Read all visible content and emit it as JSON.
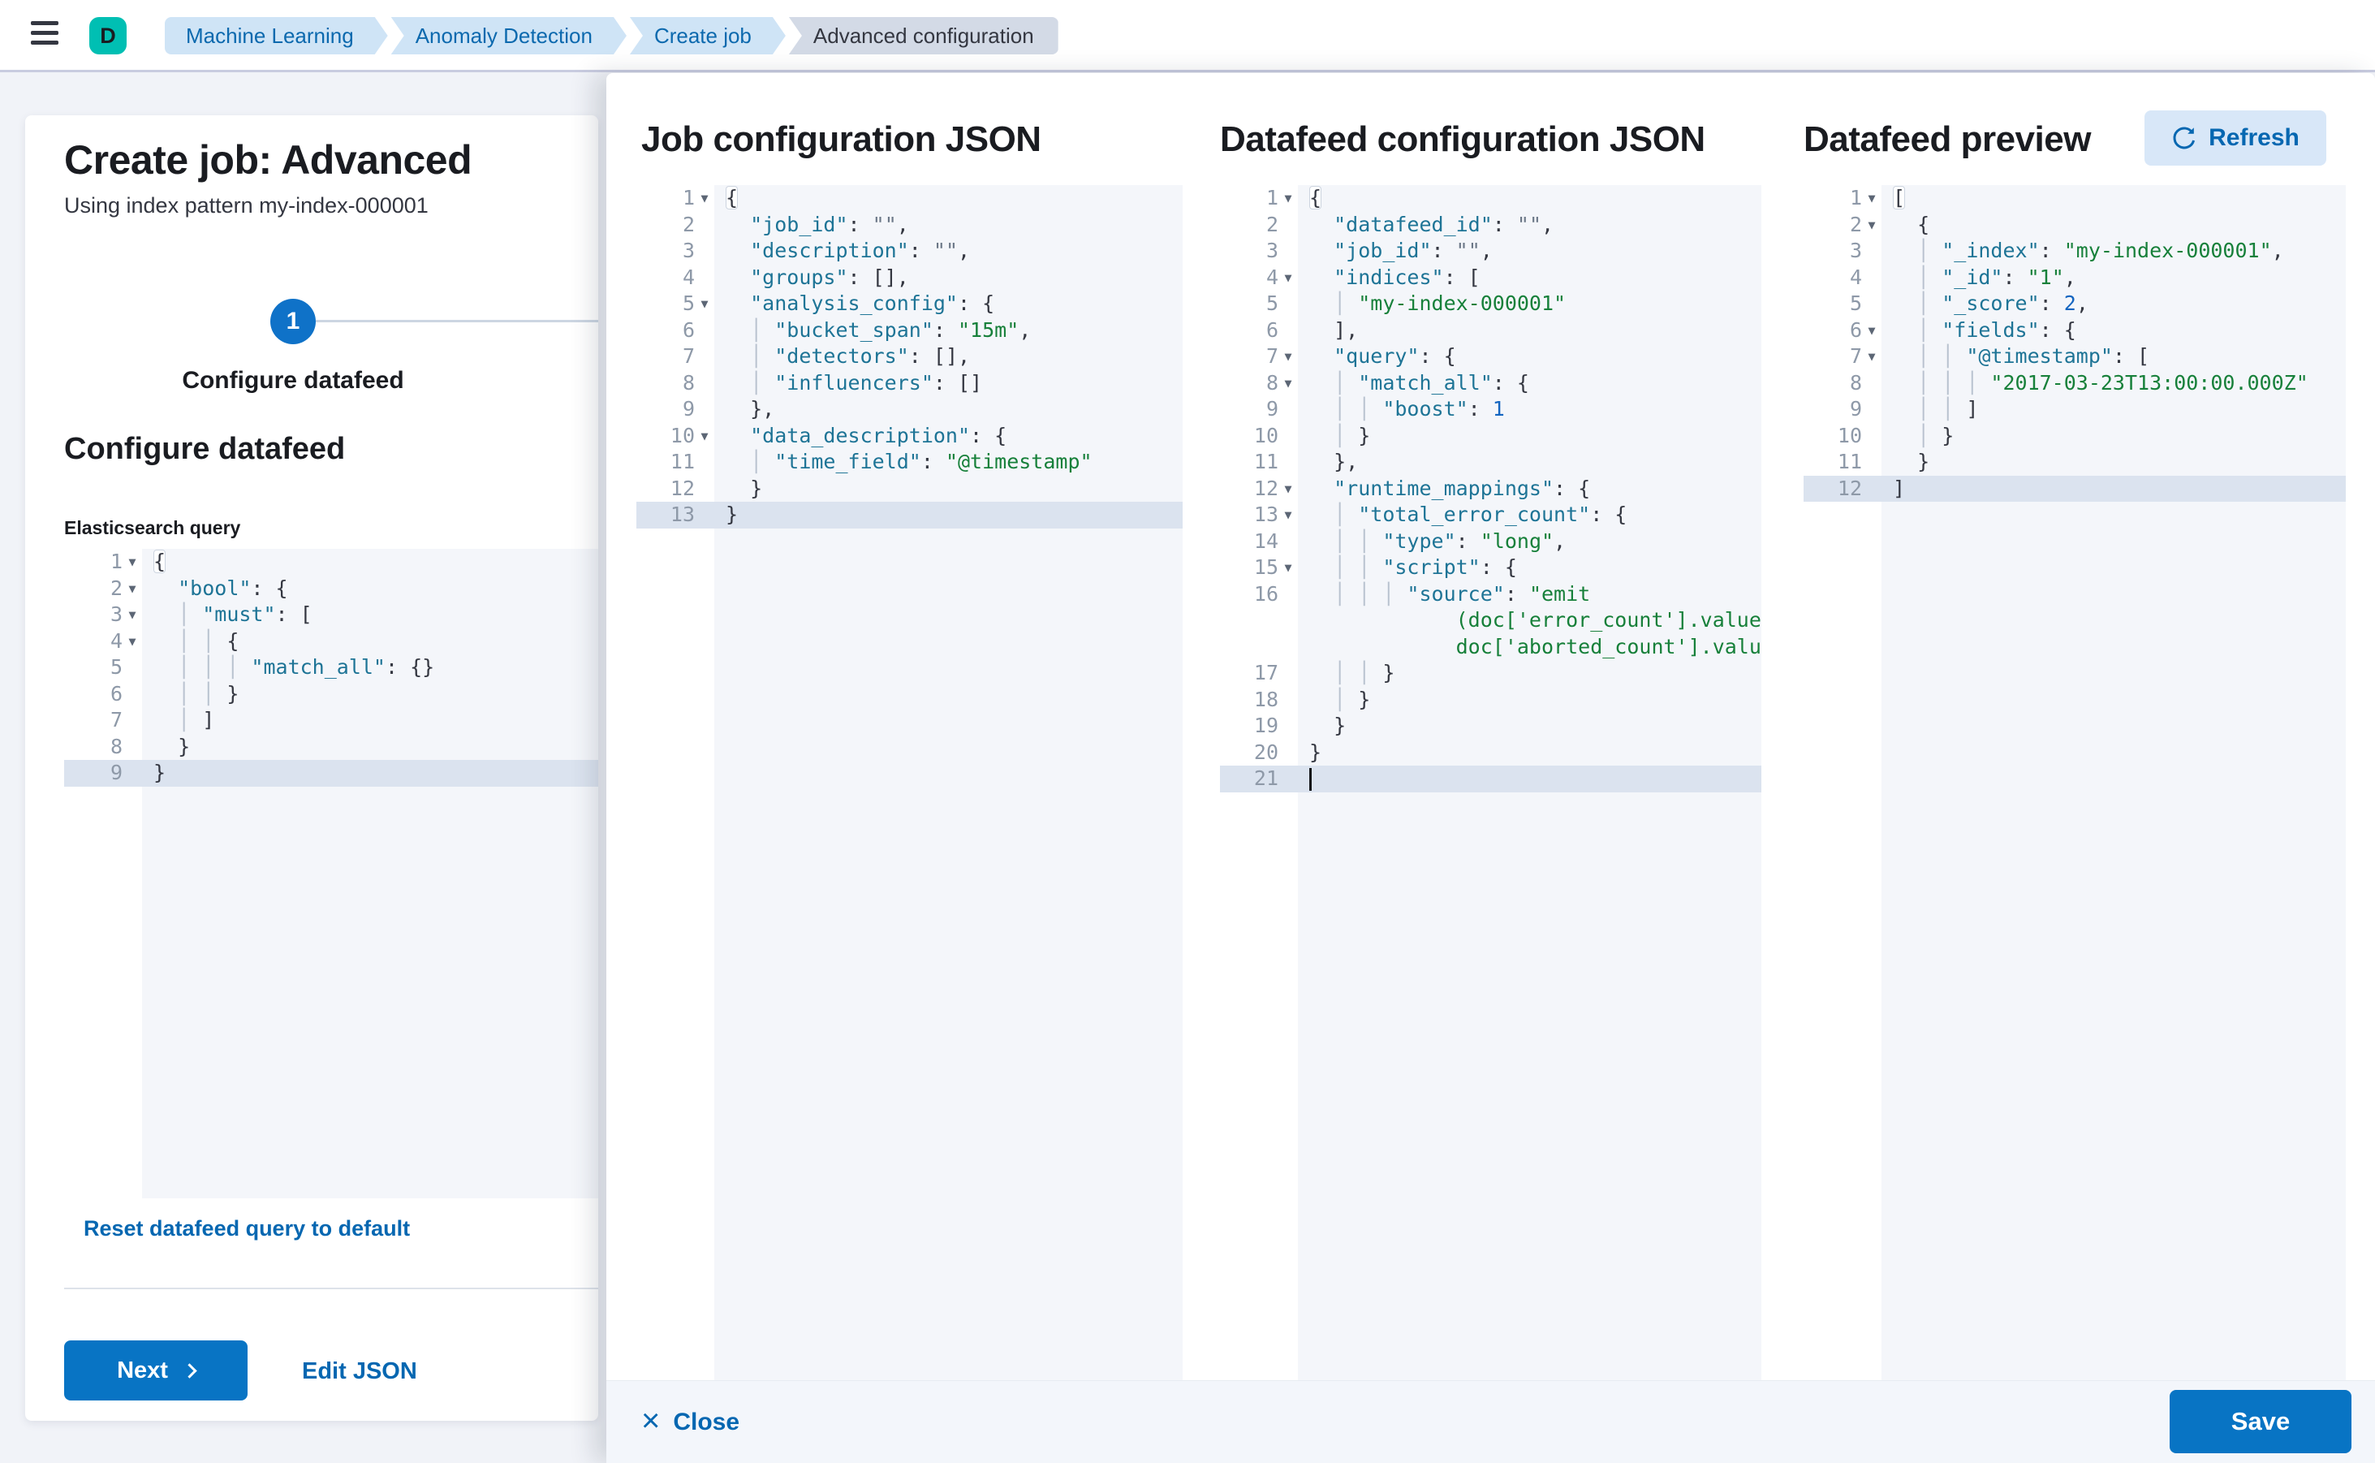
{
  "topbar": {
    "space_initial": "D",
    "breadcrumbs": [
      {
        "label": "Machine Learning"
      },
      {
        "label": "Anomaly Detection"
      },
      {
        "label": "Create job"
      },
      {
        "label": "Advanced configuration"
      }
    ]
  },
  "wizard": {
    "title": "Create job: Advanced",
    "subtitle": "Using index pattern my-index-000001",
    "step_number": "1",
    "step_label": "Configure datafeed",
    "section_heading": "Configure datafeed",
    "query_label": "Elasticsearch query",
    "reset_link": "Reset datafeed query to default",
    "next_label": "Next",
    "edit_json_label": "Edit JSON"
  },
  "flyout": {
    "panels": [
      {
        "title": "Job configuration JSON"
      },
      {
        "title": "Datafeed configuration JSON"
      },
      {
        "title": "Datafeed preview",
        "refresh_label": "Refresh"
      }
    ],
    "footer": {
      "close_label": "Close",
      "save_label": "Save"
    }
  },
  "colors": {
    "primary_button": "#0874c4",
    "link_blue": "#0667b1",
    "breadcrumb_bg": "#cfe4f6",
    "breadcrumb_current_bg": "#d3dae6",
    "space_badge_teal": "#00bfb3",
    "editor_bg": "#f4f6fa",
    "editor_active_line": "#dbe3ef",
    "syntax_key": "#1e7496",
    "syntax_string": "#17803a",
    "syntax_number": "#1465c0",
    "refresh_button_bg": "#d8e7f8"
  },
  "editors": {
    "es_query": {
      "lines": [
        {
          "n": "1",
          "fold": true,
          "t": [
            [
              "m",
              "{"
            ]
          ]
        },
        {
          "n": "2",
          "fold": true,
          "t": [
            [
              "g",
              "  "
            ],
            [
              "k",
              "\"bool\""
            ],
            [
              "p",
              ": {"
            ]
          ]
        },
        {
          "n": "3",
          "fold": true,
          "t": [
            [
              "g",
              "  │ "
            ],
            [
              "k",
              "\"must\""
            ],
            [
              "p",
              ": ["
            ]
          ]
        },
        {
          "n": "4",
          "fold": true,
          "t": [
            [
              "g",
              "  │ │ "
            ],
            [
              "p",
              "{"
            ]
          ]
        },
        {
          "n": "5",
          "t": [
            [
              "g",
              "  │ │ │ "
            ],
            [
              "k",
              "\"match_all\""
            ],
            [
              "p",
              ": {}"
            ]
          ]
        },
        {
          "n": "6",
          "t": [
            [
              "g",
              "  │ │ "
            ],
            [
              "p",
              "}"
            ]
          ]
        },
        {
          "n": "7",
          "t": [
            [
              "g",
              "  │ "
            ],
            [
              "p",
              "]"
            ]
          ]
        },
        {
          "n": "8",
          "t": [
            [
              "g",
              "  "
            ],
            [
              "p",
              "}"
            ]
          ]
        },
        {
          "n": "9",
          "a": true,
          "t": [
            [
              "p",
              "}"
            ]
          ]
        }
      ]
    },
    "job_config": {
      "lines": [
        {
          "n": "1",
          "fold": true,
          "t": [
            [
              "m",
              "{"
            ]
          ]
        },
        {
          "n": "2",
          "t": [
            [
              "g",
              "  "
            ],
            [
              "k",
              "\"job_id\""
            ],
            [
              "p",
              ": "
            ],
            [
              "e",
              "\"\""
            ],
            [
              "p",
              ","
            ]
          ]
        },
        {
          "n": "3",
          "t": [
            [
              "g",
              "  "
            ],
            [
              "k",
              "\"description\""
            ],
            [
              "p",
              ": "
            ],
            [
              "e",
              "\"\""
            ],
            [
              "p",
              ","
            ]
          ]
        },
        {
          "n": "4",
          "t": [
            [
              "g",
              "  "
            ],
            [
              "k",
              "\"groups\""
            ],
            [
              "p",
              ": [],"
            ]
          ]
        },
        {
          "n": "5",
          "fold": true,
          "t": [
            [
              "g",
              "  "
            ],
            [
              "k",
              "\"analysis_config\""
            ],
            [
              "p",
              ": {"
            ]
          ]
        },
        {
          "n": "6",
          "t": [
            [
              "g",
              "  │ "
            ],
            [
              "k",
              "\"bucket_span\""
            ],
            [
              "p",
              ": "
            ],
            [
              "s",
              "\"15m\""
            ],
            [
              "p",
              ","
            ]
          ]
        },
        {
          "n": "7",
          "t": [
            [
              "g",
              "  │ "
            ],
            [
              "k",
              "\"detectors\""
            ],
            [
              "p",
              ": [],"
            ]
          ]
        },
        {
          "n": "8",
          "t": [
            [
              "g",
              "  │ "
            ],
            [
              "k",
              "\"influencers\""
            ],
            [
              "p",
              ": []"
            ]
          ]
        },
        {
          "n": "9",
          "t": [
            [
              "g",
              "  "
            ],
            [
              "p",
              "},"
            ]
          ]
        },
        {
          "n": "10",
          "fold": true,
          "t": [
            [
              "g",
              "  "
            ],
            [
              "k",
              "\"data_description\""
            ],
            [
              "p",
              ": {"
            ]
          ]
        },
        {
          "n": "11",
          "t": [
            [
              "g",
              "  │ "
            ],
            [
              "k",
              "\"time_field\""
            ],
            [
              "p",
              ": "
            ],
            [
              "s",
              "\"@timestamp\""
            ]
          ]
        },
        {
          "n": "12",
          "t": [
            [
              "g",
              "  "
            ],
            [
              "p",
              "}"
            ]
          ]
        },
        {
          "n": "13",
          "a": true,
          "t": [
            [
              "p",
              "}"
            ]
          ]
        }
      ]
    },
    "datafeed_config": {
      "lines": [
        {
          "n": "1",
          "fold": true,
          "t": [
            [
              "m",
              "{"
            ]
          ]
        },
        {
          "n": "2",
          "t": [
            [
              "g",
              "  "
            ],
            [
              "k",
              "\"datafeed_id\""
            ],
            [
              "p",
              ": "
            ],
            [
              "e",
              "\"\""
            ],
            [
              "p",
              ","
            ]
          ]
        },
        {
          "n": "3",
          "t": [
            [
              "g",
              "  "
            ],
            [
              "k",
              "\"job_id\""
            ],
            [
              "p",
              ": "
            ],
            [
              "e",
              "\"\""
            ],
            [
              "p",
              ","
            ]
          ]
        },
        {
          "n": "4",
          "fold": true,
          "t": [
            [
              "g",
              "  "
            ],
            [
              "k",
              "\"indices\""
            ],
            [
              "p",
              ": ["
            ]
          ]
        },
        {
          "n": "5",
          "t": [
            [
              "g",
              "  │ "
            ],
            [
              "s",
              "\"my-index-000001\""
            ]
          ]
        },
        {
          "n": "6",
          "t": [
            [
              "g",
              "  "
            ],
            [
              "p",
              "],"
            ]
          ]
        },
        {
          "n": "7",
          "fold": true,
          "t": [
            [
              "g",
              "  "
            ],
            [
              "k",
              "\"query\""
            ],
            [
              "p",
              ": {"
            ]
          ]
        },
        {
          "n": "8",
          "fold": true,
          "t": [
            [
              "g",
              "  │ "
            ],
            [
              "k",
              "\"match_all\""
            ],
            [
              "p",
              ": {"
            ]
          ]
        },
        {
          "n": "9",
          "t": [
            [
              "g",
              "  │ │ "
            ],
            [
              "k",
              "\"boost\""
            ],
            [
              "p",
              ": "
            ],
            [
              "n",
              "1"
            ]
          ]
        },
        {
          "n": "10",
          "t": [
            [
              "g",
              "  │ "
            ],
            [
              "p",
              "}"
            ]
          ]
        },
        {
          "n": "11",
          "t": [
            [
              "g",
              "  "
            ],
            [
              "p",
              "},"
            ]
          ]
        },
        {
          "n": "12",
          "fold": true,
          "t": [
            [
              "g",
              "  "
            ],
            [
              "k",
              "\"runtime_mappings\""
            ],
            [
              "p",
              ": {"
            ]
          ]
        },
        {
          "n": "13",
          "fold": true,
          "t": [
            [
              "g",
              "  │ "
            ],
            [
              "k",
              "\"total_error_count\""
            ],
            [
              "p",
              ": {"
            ]
          ]
        },
        {
          "n": "14",
          "t": [
            [
              "g",
              "  │ │ "
            ],
            [
              "k",
              "\"type\""
            ],
            [
              "p",
              ": "
            ],
            [
              "s",
              "\"long\""
            ],
            [
              "p",
              ","
            ]
          ]
        },
        {
          "n": "15",
          "fold": true,
          "t": [
            [
              "g",
              "  │ │ "
            ],
            [
              "k",
              "\"script\""
            ],
            [
              "p",
              ": {"
            ]
          ]
        },
        {
          "n": "16",
          "t": [
            [
              "g",
              "  │ │ │ "
            ],
            [
              "k",
              "\"source\""
            ],
            [
              "p",
              ": "
            ],
            [
              "s",
              "\"emit"
            ]
          ]
        },
        {
          "n": "",
          "t": [
            [
              "g",
              "            "
            ],
            [
              "s",
              "(doc['error_count'].value +"
            ]
          ]
        },
        {
          "n": "",
          "t": [
            [
              "g",
              "            "
            ],
            [
              "s",
              "doc['aborted_count'].value)\""
            ]
          ]
        },
        {
          "n": "17",
          "t": [
            [
              "g",
              "  │ │ "
            ],
            [
              "p",
              "}"
            ]
          ]
        },
        {
          "n": "18",
          "t": [
            [
              "g",
              "  │ "
            ],
            [
              "p",
              "}"
            ]
          ]
        },
        {
          "n": "19",
          "t": [
            [
              "g",
              "  "
            ],
            [
              "p",
              "}"
            ]
          ]
        },
        {
          "n": "20",
          "t": [
            [
              "p",
              "}"
            ]
          ]
        },
        {
          "n": "21",
          "a": true,
          "t": [
            [
              "c",
              ""
            ]
          ]
        }
      ]
    },
    "datafeed_preview": {
      "lines": [
        {
          "n": "1",
          "fold": true,
          "t": [
            [
              "m",
              "["
            ]
          ]
        },
        {
          "n": "2",
          "fold": true,
          "t": [
            [
              "g",
              "  "
            ],
            [
              "p",
              "{"
            ]
          ]
        },
        {
          "n": "3",
          "t": [
            [
              "g",
              "  │ "
            ],
            [
              "k",
              "\"_index\""
            ],
            [
              "p",
              ": "
            ],
            [
              "s",
              "\"my-index-000001\""
            ],
            [
              "p",
              ","
            ]
          ]
        },
        {
          "n": "4",
          "t": [
            [
              "g",
              "  │ "
            ],
            [
              "k",
              "\"_id\""
            ],
            [
              "p",
              ": "
            ],
            [
              "s",
              "\"1\""
            ],
            [
              "p",
              ","
            ]
          ]
        },
        {
          "n": "5",
          "t": [
            [
              "g",
              "  │ "
            ],
            [
              "k",
              "\"_score\""
            ],
            [
              "p",
              ": "
            ],
            [
              "n",
              "2"
            ],
            [
              "p",
              ","
            ]
          ]
        },
        {
          "n": "6",
          "fold": true,
          "t": [
            [
              "g",
              "  │ "
            ],
            [
              "k",
              "\"fields\""
            ],
            [
              "p",
              ": {"
            ]
          ]
        },
        {
          "n": "7",
          "fold": true,
          "t": [
            [
              "g",
              "  │ │ "
            ],
            [
              "k",
              "\"@timestamp\""
            ],
            [
              "p",
              ": ["
            ]
          ]
        },
        {
          "n": "8",
          "t": [
            [
              "g",
              "  │ │ │ "
            ],
            [
              "s",
              "\"2017-03-23T13:00:00.000Z\""
            ]
          ]
        },
        {
          "n": "9",
          "t": [
            [
              "g",
              "  │ │ "
            ],
            [
              "p",
              "]"
            ]
          ]
        },
        {
          "n": "10",
          "t": [
            [
              "g",
              "  │ "
            ],
            [
              "p",
              "}"
            ]
          ]
        },
        {
          "n": "11",
          "t": [
            [
              "g",
              "  "
            ],
            [
              "p",
              "}"
            ]
          ]
        },
        {
          "n": "12",
          "a": true,
          "t": [
            [
              "p",
              "]"
            ]
          ]
        }
      ]
    }
  }
}
